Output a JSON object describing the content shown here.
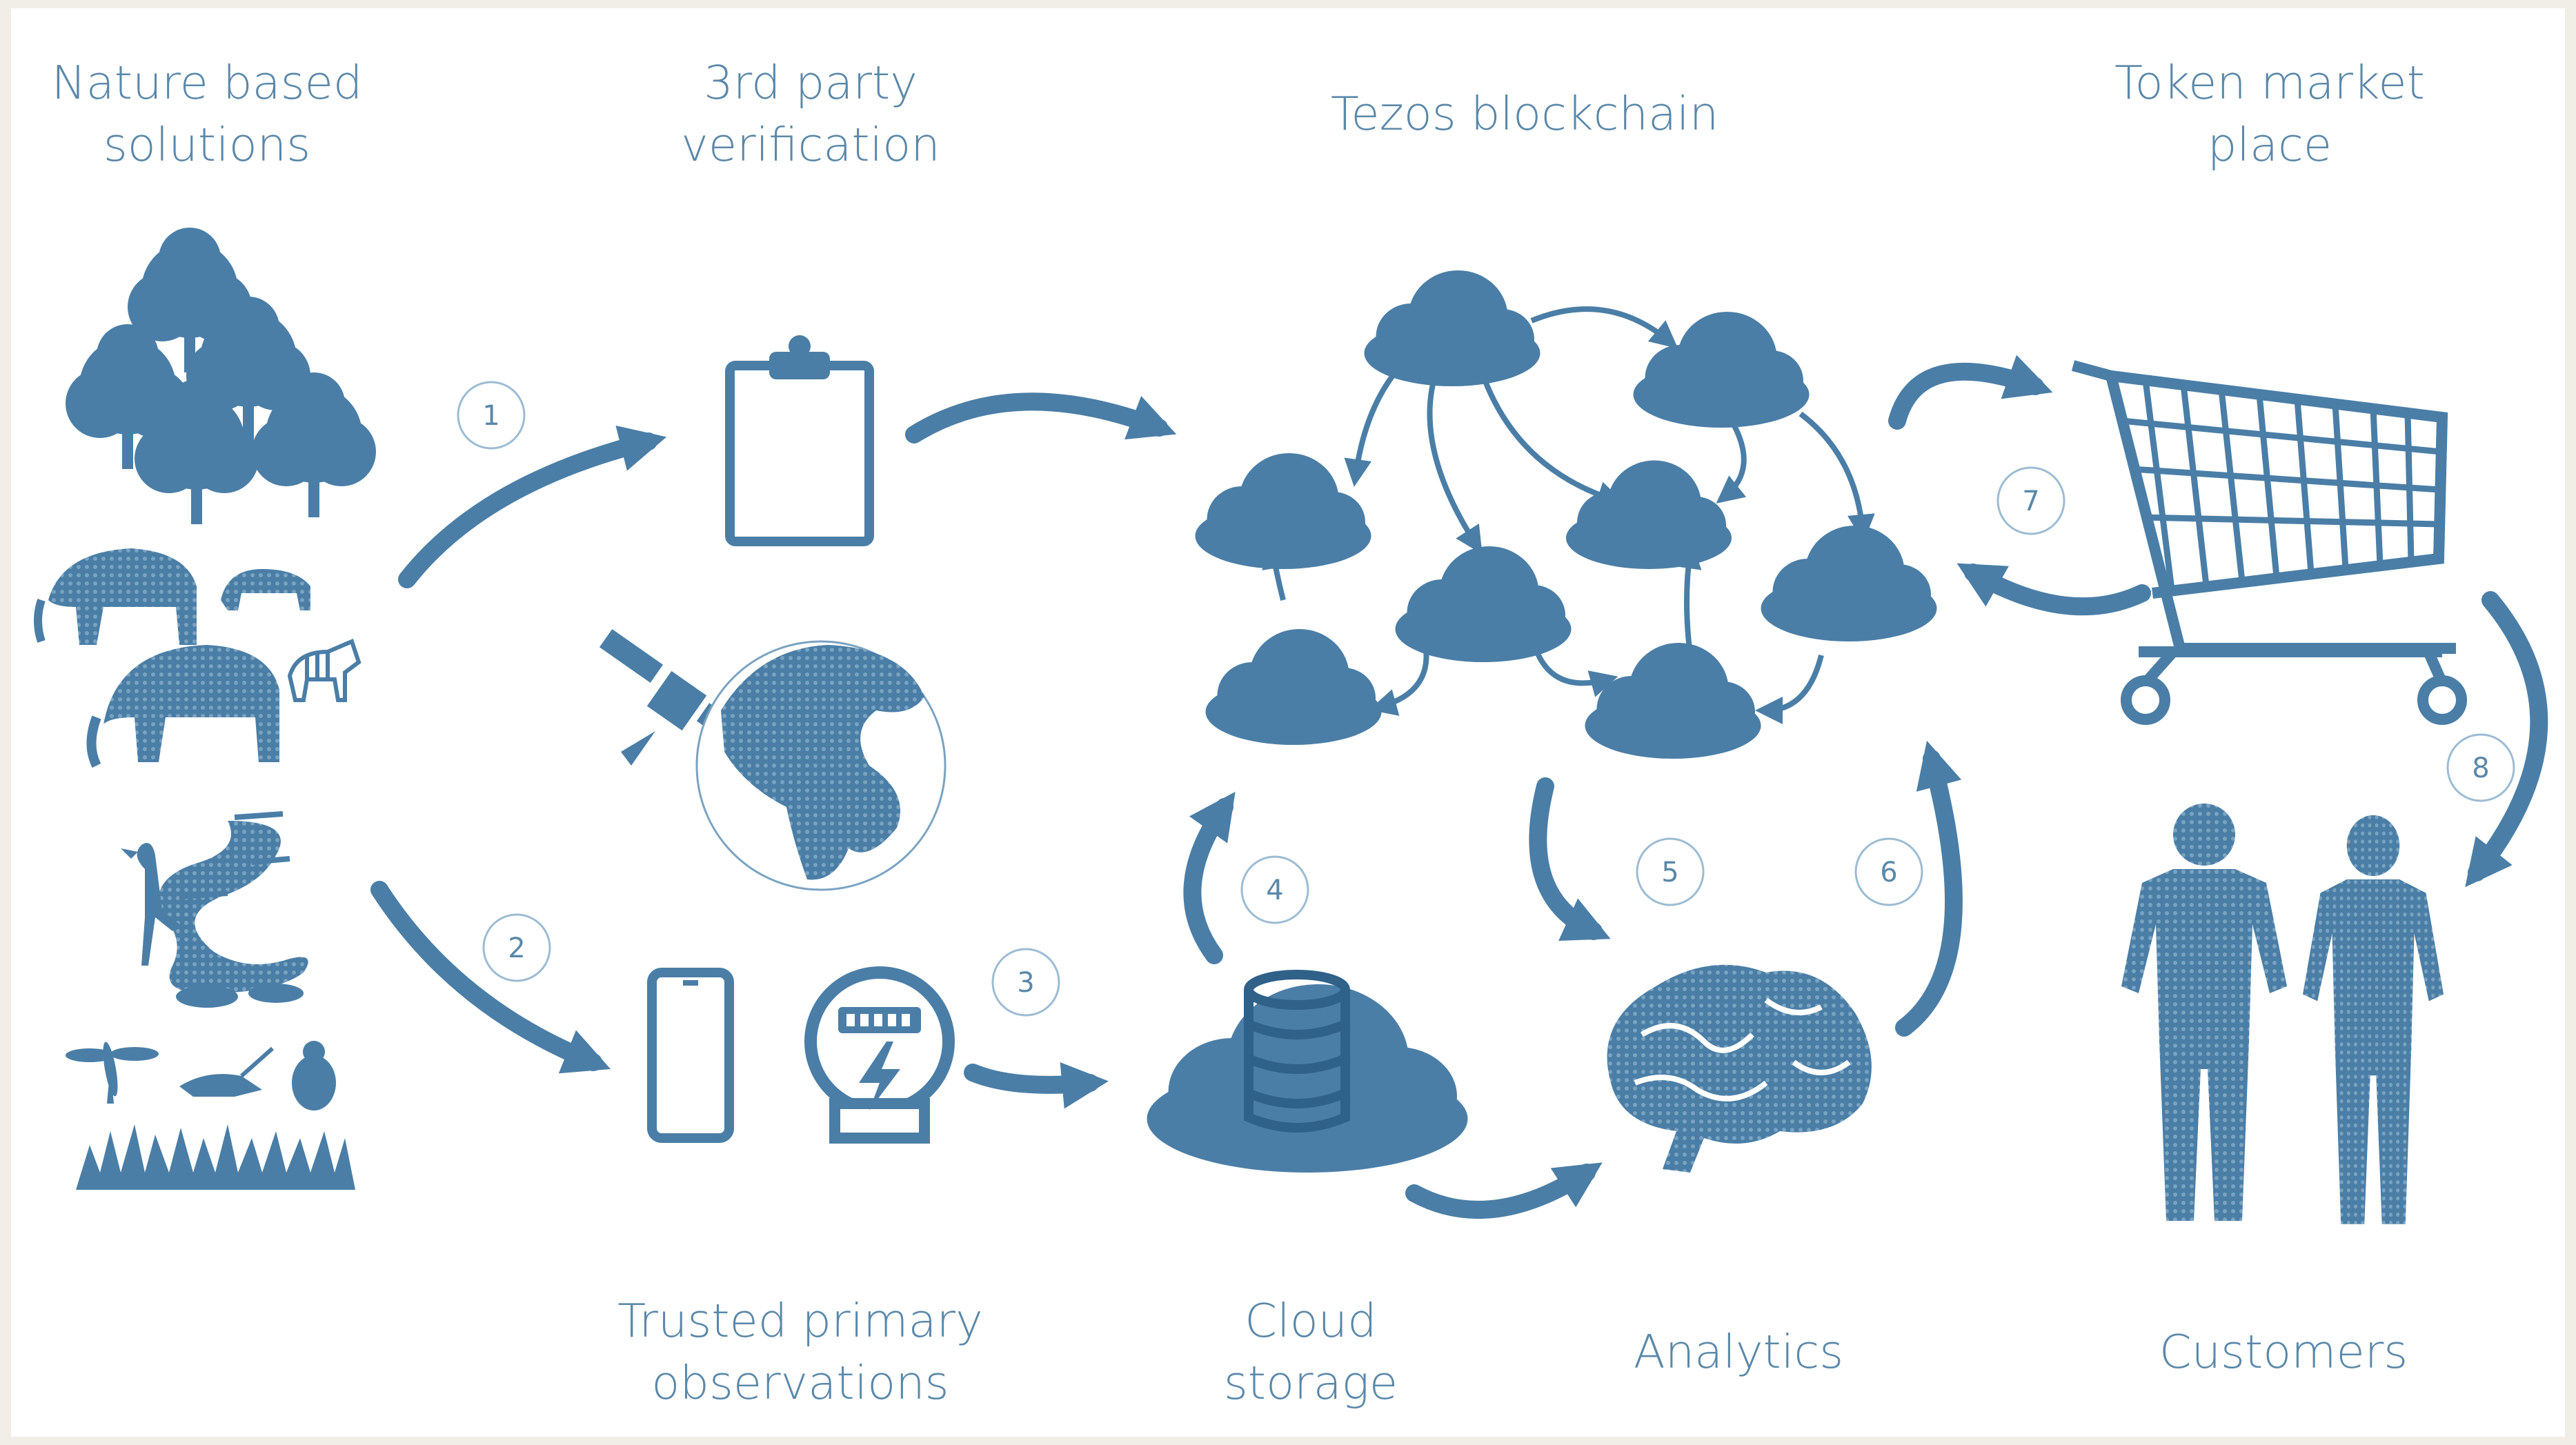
{
  "colors": {
    "primary": "#4a7ea6",
    "text": "#5a88a9",
    "background": "#ffffff",
    "outer": "#f1ede7"
  },
  "labels": {
    "nature": "Nature based\nsolutions",
    "verification": "3rd party\nverification",
    "blockchain": "Tezos blockchain",
    "market": "Token market\nplace",
    "observations": "Trusted primary\nobservations",
    "cloud": "Cloud\nstorage",
    "analytics": "Analytics",
    "customers": "Customers"
  },
  "steps": [
    "1",
    "2",
    "3",
    "4",
    "5",
    "6",
    "7",
    "8"
  ],
  "icons": {
    "trees": "trees-icon",
    "animals": "wildlife-icon",
    "wetland": "wetland-icon",
    "insects": "insects-icon",
    "clipboard": "clipboard-icon",
    "satellite": "satellite-icon",
    "globe": "globe-icon",
    "phone": "smartphone-icon",
    "meter": "power-meter-icon",
    "database": "cloud-database-icon",
    "brain": "brain-icon",
    "blockchain": "cloud-network-icon",
    "cart": "shopping-cart-icon",
    "people": "customers-icon"
  }
}
